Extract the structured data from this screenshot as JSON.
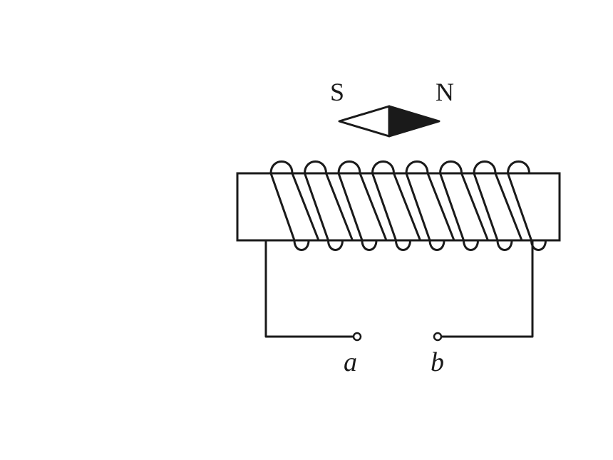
{
  "compass": {
    "south_label": "S",
    "north_label": "N"
  },
  "terminals": {
    "a_label": "a",
    "b_label": "b"
  },
  "solenoid": {
    "turns": 8
  }
}
